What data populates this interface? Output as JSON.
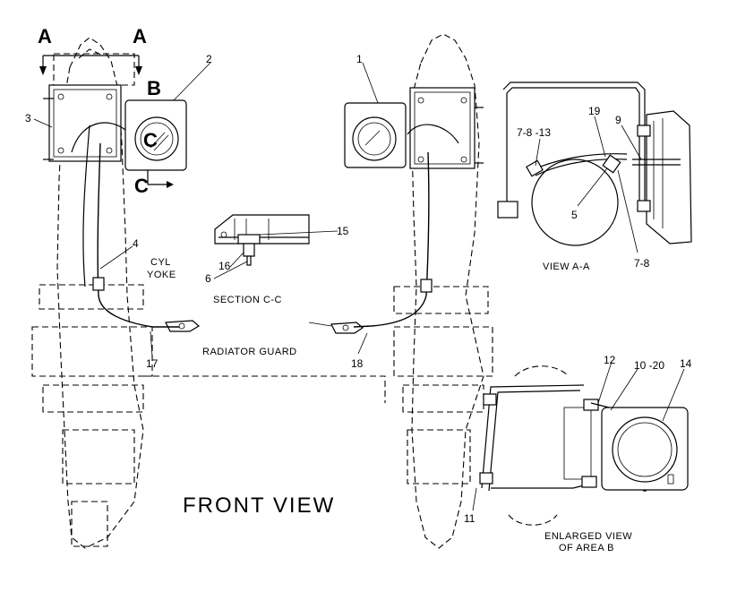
{
  "labels": {
    "section_a_left": "A",
    "section_a_right": "A",
    "section_b": "B",
    "section_c_letter": "C",
    "section_c_arrow": "C",
    "p1": "1",
    "p2": "2",
    "p3": "3",
    "p4": "4",
    "p5": "5",
    "p6": "6",
    "p7_8": "7-8",
    "p7_8_13": "7-8 -13",
    "p9": "9",
    "p10_20": "10 -20",
    "p11": "11",
    "p12": "12",
    "p14": "14",
    "p15": "15",
    "p16": "16",
    "p17": "17",
    "p18": "18",
    "p19": "19"
  },
  "captions": {
    "cyl": "CYL",
    "yoke": "YOKE",
    "section_cc": "SECTION C-C",
    "radiator_guard": "RADIATOR GUARD",
    "view_aa": "VIEW A-A",
    "front_view": "FRONT VIEW",
    "enlarged_line1": "ENLARGED VIEW",
    "enlarged_line2": "OF AREA B"
  }
}
